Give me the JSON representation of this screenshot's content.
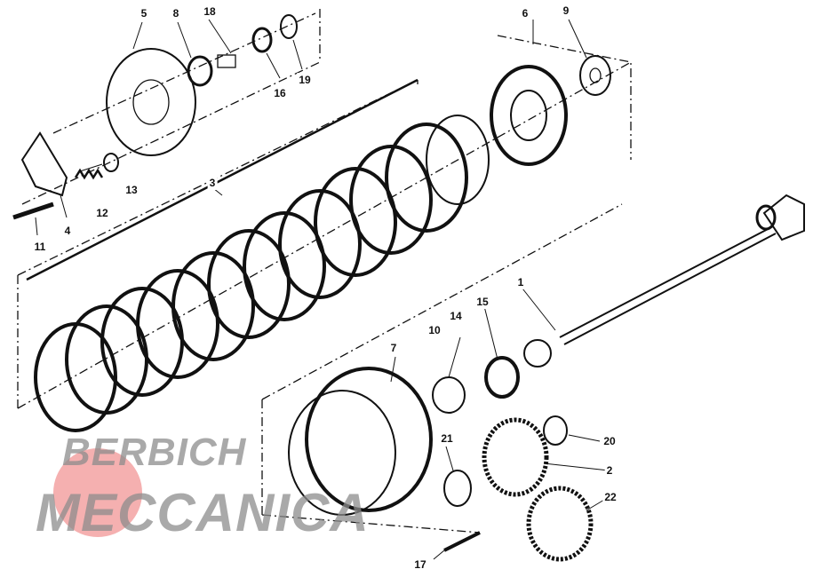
{
  "diagram": {
    "title": "Clutch assembly exploded view",
    "callouts": [
      "1",
      "2",
      "3",
      "4",
      "5",
      "6",
      "7",
      "8",
      "9",
      "10",
      "11",
      "12",
      "13",
      "14",
      "15",
      "16",
      "17",
      "18",
      "19",
      "20",
      "21",
      "22"
    ]
  },
  "watermark": {
    "line1": "BERBICH",
    "line2": "MECCANICA"
  },
  "colors": {
    "line": "#111111",
    "watermark_red": "#e85050",
    "watermark_gray": "#8c8c8c"
  }
}
